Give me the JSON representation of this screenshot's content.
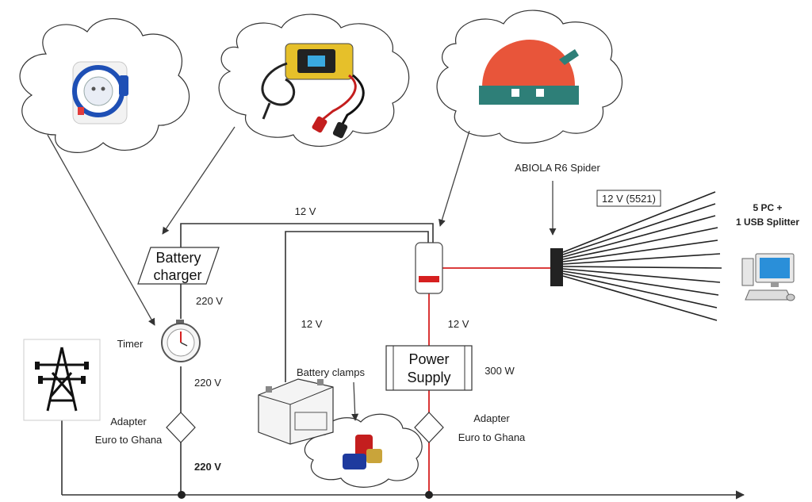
{
  "labels": {
    "battery_charger": [
      "Battery",
      "charger"
    ],
    "power_supply": [
      "Power",
      "Supply"
    ],
    "v12_top": "12 V",
    "v12_left": "12 V",
    "v12_mid": "12 V",
    "v220_top": "220 V",
    "v220_mid": "220 V",
    "v220_bottom": "220 V",
    "timer": "Timer",
    "adapter_left": [
      "Adapter",
      "Euro to Ghana"
    ],
    "adapter_right": [
      "Adapter",
      "Euro to Ghana"
    ],
    "battery_clamps": "Battery clamps",
    "watts": "300 W",
    "spider": "ABIOLA R6 Spider",
    "spider_voltage": "12 V (5521)",
    "pcs": [
      "5 PC +",
      "1 USB Splitter"
    ]
  },
  "colors": {
    "line": "#333333",
    "red": "#d62020",
    "arrow": "#444444"
  }
}
